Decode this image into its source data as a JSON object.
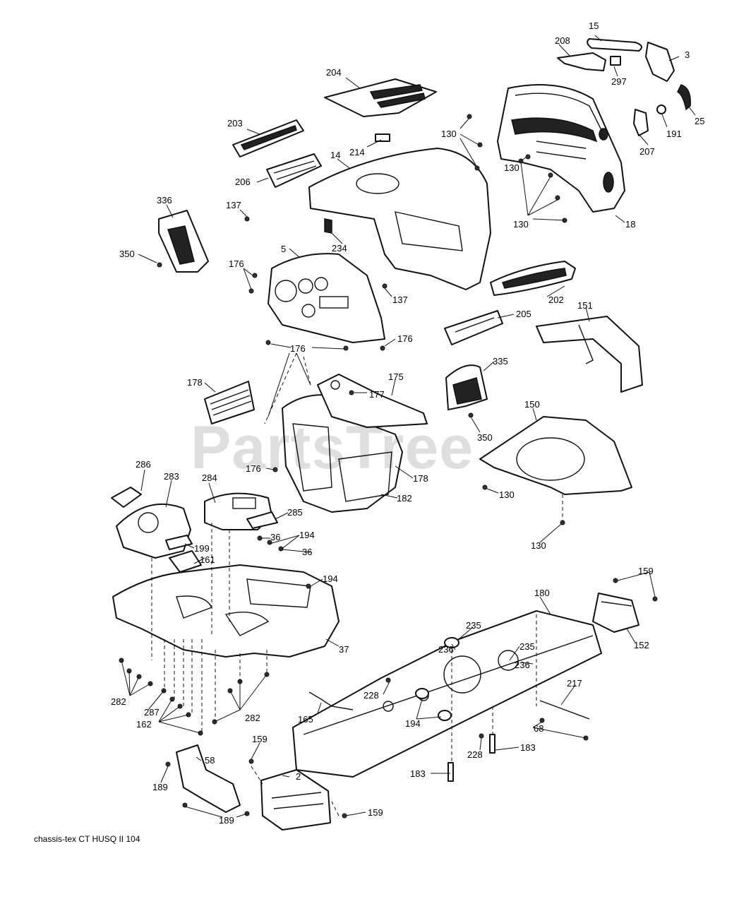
{
  "watermark": "PartsTree",
  "footer": "chassis-tex  CT HUSQ II  104",
  "callouts": {
    "c15": "15",
    "c208": "208",
    "c3": "3",
    "c297": "297",
    "c25": "25",
    "c204": "204",
    "c203": "203",
    "c214": "214",
    "c14": "14",
    "c130a": "130",
    "c191": "191",
    "c207": "207",
    "c130b": "130",
    "c206": "206",
    "c336": "336",
    "c137a": "137",
    "c130c": "130",
    "c18": "18",
    "c234": "234",
    "c5": "5",
    "c350a": "350",
    "c176a": "176",
    "c137b": "137",
    "c202": "202",
    "c151": "151",
    "c205": "205",
    "c176b": "176",
    "c176c": "176",
    "c335": "335",
    "c178a": "178",
    "c175": "175",
    "c177": "177",
    "c150": "150",
    "c350b": "350",
    "c286": "286",
    "c176d": "176",
    "c178b": "178",
    "c130d": "130",
    "c283": "283",
    "c284": "284",
    "c182": "182",
    "c285": "285",
    "c130e": "130",
    "c36a": "36",
    "c194a": "194",
    "c199": "199",
    "c36b": "36",
    "c161": "161",
    "c194b": "194",
    "c159a": "159",
    "c180": "180",
    "c37": "37",
    "c152": "152",
    "c235a": "235",
    "c236a": "236",
    "c235b": "235",
    "c236b": "236",
    "c217": "217",
    "c228a": "228",
    "c282a": "282",
    "c287": "287",
    "c165": "165",
    "c282b": "282",
    "c194c": "194",
    "c162": "162",
    "c68": "68",
    "c159b": "159",
    "c183a": "183",
    "c228b": "228",
    "c58": "58",
    "c2": "2",
    "c189a": "189",
    "c183b": "183",
    "c189b": "189",
    "c159c": "159"
  }
}
